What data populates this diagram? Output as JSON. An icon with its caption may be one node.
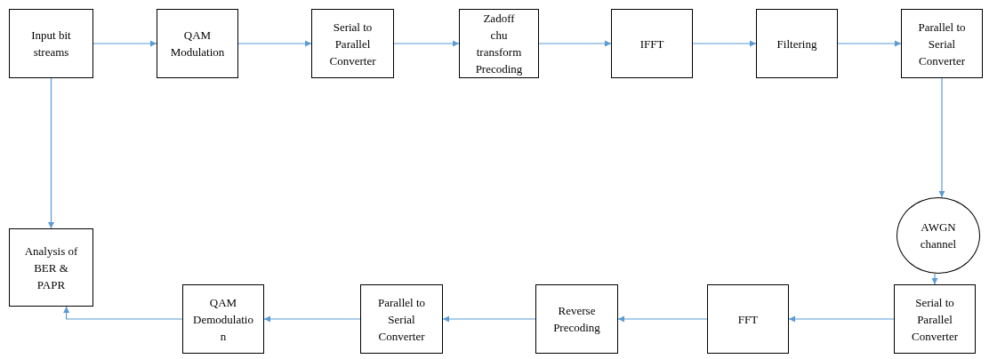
{
  "diagram": {
    "nodes": [
      {
        "text": [
          "Input bit streams"
        ]
      },
      {
        "text": [
          "QAM Modulation"
        ]
      },
      {
        "text": [
          "Serial to Parallel Converter"
        ]
      },
      {
        "text": [
          "Zadoff chu transform Precoding"
        ]
      },
      {
        "text": [
          "IFFT"
        ]
      },
      {
        "text": [
          "Filtering"
        ]
      },
      {
        "text": [
          "Parallel to Serial Converter"
        ]
      },
      {
        "text": [
          "AWGN channel"
        ]
      },
      {
        "text": [
          "Serial to Parallel Converter"
        ]
      },
      {
        "text": [
          "FFT"
        ]
      },
      {
        "text": [
          "Reverse Precoding"
        ]
      },
      {
        "text": [
          "Parallel to Serial Converter"
        ]
      },
      {
        "text": [
          "QAM Demodulatio n"
        ]
      },
      {
        "text": [
          "Analysis of BER & PAPR"
        ]
      }
    ],
    "edges": [
      {
        "from": 0,
        "to": 1,
        "arrow": "to"
      },
      {
        "from": 1,
        "to": 2,
        "arrow": "to"
      },
      {
        "from": 2,
        "to": 3,
        "arrow": "to"
      },
      {
        "from": 3,
        "to": 4,
        "arrow": "to"
      },
      {
        "from": 4,
        "to": 5,
        "arrow": "to"
      },
      {
        "from": 5,
        "to": 6,
        "arrow": "to"
      },
      {
        "from": 6,
        "to": 7,
        "arrow": "to"
      },
      {
        "from": 7,
        "to": 8,
        "arrow": "to"
      },
      {
        "from": 8,
        "to": 9,
        "arrow": "to"
      },
      {
        "from": 9,
        "to": 10,
        "arrow": "to"
      },
      {
        "from": 10,
        "to": 11,
        "arrow": "to"
      },
      {
        "from": 11,
        "to": 12,
        "arrow": "to"
      },
      {
        "from": 12,
        "to": 13,
        "arrow": "to"
      },
      {
        "from": 0,
        "to": 13,
        "arrow": "to"
      }
    ]
  }
}
